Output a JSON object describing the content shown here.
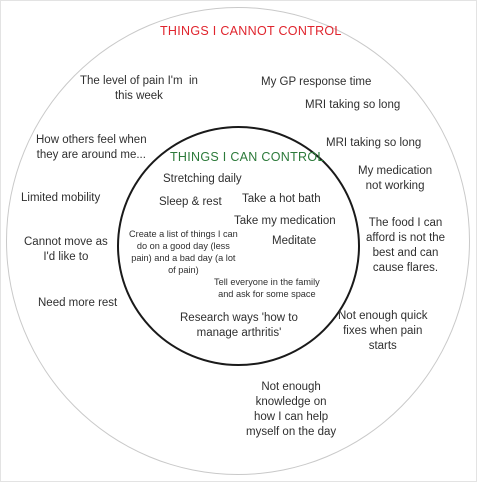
{
  "outer_title": "THINGS I CANNOT CONTROL",
  "inner_title": "THINGS I CAN CONTROL",
  "outer_items": [
    "The level of pain I'm  in\nthis week",
    "My GP response time",
    "MRI taking so long",
    "How others feel when\nthey are around me...",
    "MRI taking so long",
    "My medication\nnot working",
    "Limited mobility",
    "The food I can\nafford is not the\nbest and can\ncause flares.",
    "Cannot move as\nI'd like to",
    "Need more rest",
    "Not enough quick\nfixes when pain\nstarts",
    "Not enough\nknowledge on\nhow I can help\nmyself on the day"
  ],
  "inner_items": [
    "Stretching daily",
    "Sleep & rest",
    "Take a hot bath",
    "Take my medication",
    "Create a list of things I can\ndo on a good day (less\npain) and a bad day (a lot\nof pain)",
    "Meditate",
    "Tell everyone in the family\nand ask for some space",
    "Research ways 'how to\nmanage arthritis'"
  ],
  "colors": {
    "outer_title": "#e0242d",
    "inner_title": "#2c7a3a",
    "inner_circle_border": "#1a1a1a",
    "outer_circle_border": "#c9c9c9"
  }
}
